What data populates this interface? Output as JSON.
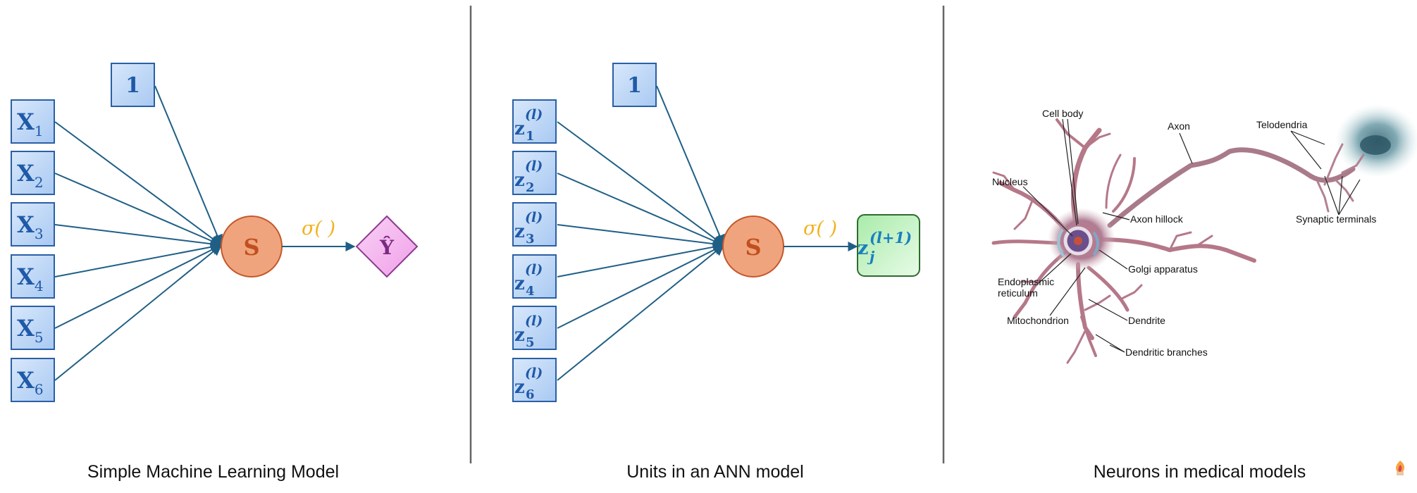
{
  "panels": [
    {
      "caption": "Simple Machine Learning Model",
      "bias_label": "1",
      "inputs": [
        {
          "base": "X",
          "sub": "1",
          "sup": ""
        },
        {
          "base": "X",
          "sub": "2",
          "sup": ""
        },
        {
          "base": "X",
          "sub": "3",
          "sup": ""
        },
        {
          "base": "X",
          "sub": "4",
          "sup": ""
        },
        {
          "base": "X",
          "sub": "5",
          "sup": ""
        },
        {
          "base": "X",
          "sub": "6",
          "sup": ""
        }
      ],
      "sum_label": "S",
      "activation_label": "σ( )",
      "output": {
        "base": "Ŷ",
        "sub": "",
        "sup": ""
      }
    },
    {
      "caption": "Units in an ANN model",
      "bias_label": "1",
      "inputs": [
        {
          "base": "z",
          "sub": "1",
          "sup": "(l)"
        },
        {
          "base": "z",
          "sub": "2",
          "sup": "(l)"
        },
        {
          "base": "z",
          "sub": "3",
          "sup": "(l)"
        },
        {
          "base": "z",
          "sub": "4",
          "sup": "(l)"
        },
        {
          "base": "z",
          "sub": "5",
          "sup": "(l)"
        },
        {
          "base": "z",
          "sub": "6",
          "sup": "(l)"
        }
      ],
      "sum_label": "S",
      "activation_label": "σ( )",
      "output": {
        "base": "z",
        "sub": "j",
        "sup": "(l+1)"
      }
    },
    {
      "caption": "Neurons in medical models",
      "labels": {
        "cell_body": "Cell body",
        "axon": "Axon",
        "telodendria": "Telodendria",
        "nucleus": "Nucleus",
        "axon_hillock": "Axon hillock",
        "synaptic_terminals": "Synaptic terminals",
        "golgi": "Golgi apparatus",
        "er_line1": "Endoplasmic",
        "er_line2": "reticulum",
        "mitochondrion": "Mitochondrion",
        "dendrite": "Dendrite",
        "dendritic_branches": "Dendritic branches"
      }
    }
  ],
  "colors": {
    "input_fill": "#bcd6f7",
    "input_stroke": "#2a5fa5",
    "input_text": "#1f5aa8",
    "edge": "#1f5f86",
    "sum_fill": "#f0a47d",
    "sum_stroke": "#c4582a",
    "sum_text": "#c0501f",
    "activation": "#f2b21f",
    "output_fill": "#f5b8ef",
    "output_stroke": "#8b3a8f",
    "output_text": "#7a2a80",
    "ann_output_fill": "#c9f2c9",
    "ann_output_stroke": "#2e6b2e",
    "ann_output_text": "#1a7fbf",
    "divider": "#666666",
    "neuron_body": "#b57888",
    "neuron_axon": "#a97a8a",
    "label_line": "#222222"
  },
  "icons": [
    "flame-logo-icon"
  ]
}
